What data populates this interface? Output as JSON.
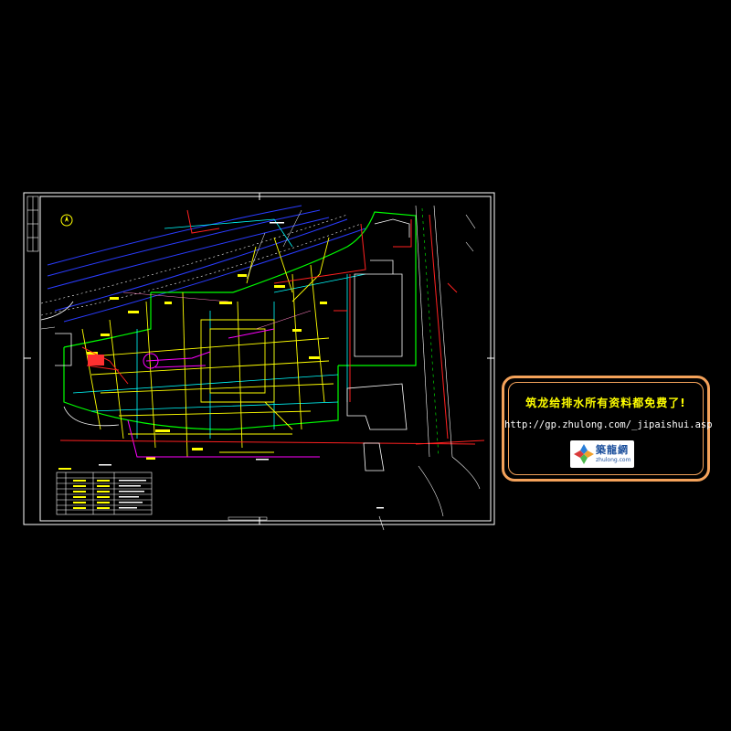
{
  "promo": {
    "slogan": "筑龙给排水所有资料都免费了!",
    "url": "http://gp.zhulong.com/_jipaishui.asp",
    "logo": {
      "name": "築龍網",
      "domain": "zhulong.com"
    }
  },
  "drawing": {
    "background": "#000000",
    "frame_color": "#ffffff",
    "colors": {
      "yellow": "#ffff00",
      "green": "#00ff00",
      "cyan": "#00ffff",
      "blue": "#2a3cff",
      "red": "#ff2020",
      "magenta": "#ff00ff",
      "white": "#ffffff",
      "orange": "#f4a25a",
      "pink": "#ff80c0"
    }
  }
}
